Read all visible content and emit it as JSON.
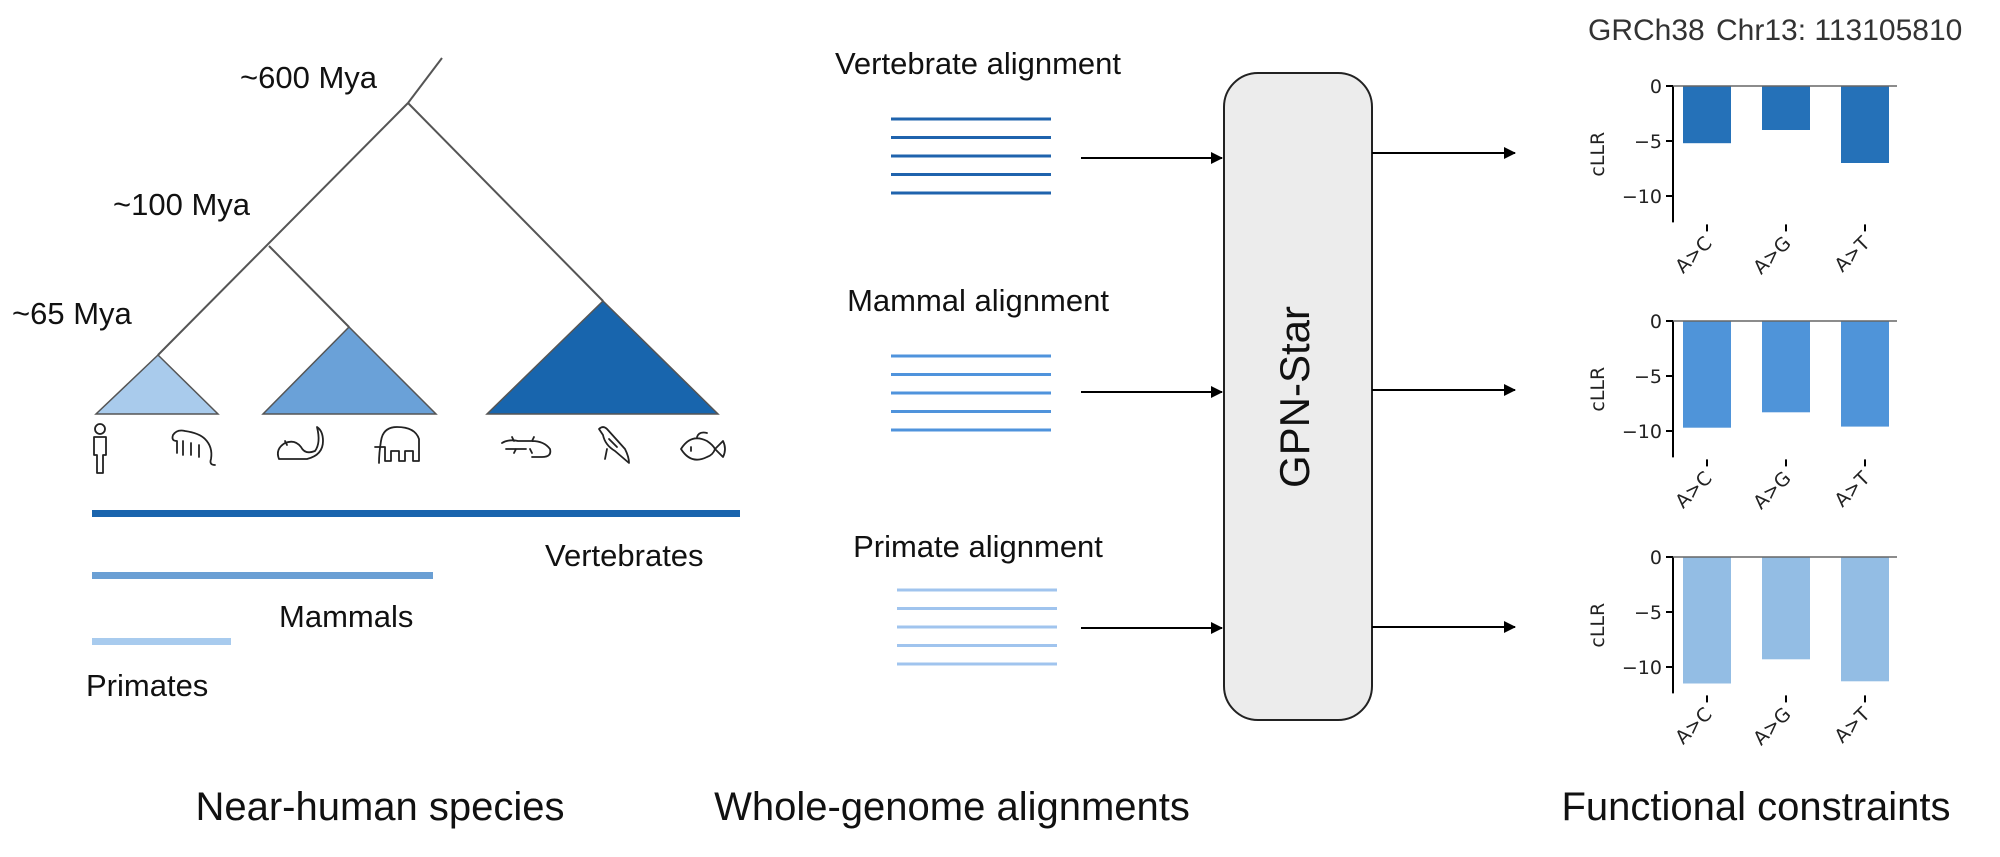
{
  "header": {
    "genome": "GRCh38",
    "locus": "Chr13: 113105810"
  },
  "tree": {
    "ages": [
      "~600 Mya",
      "~100 Mya",
      "~65 Mya"
    ],
    "clade_colors": {
      "primates": "#a9cbec",
      "mammals": "#6aa1d8",
      "vertebrates": "#1865ad"
    },
    "species_icons": [
      "human-icon",
      "monkey-icon",
      "rodent-icon",
      "elephant-icon",
      "lizard-icon",
      "bird-icon",
      "fish-icon"
    ]
  },
  "groups": [
    {
      "label": "Vertebrates",
      "color": "#1a64ad"
    },
    {
      "label": "Mammals",
      "color": "#6a9fd4"
    },
    {
      "label": "Primates",
      "color": "#a8cbee"
    }
  ],
  "alignments": [
    {
      "label": "Vertebrate alignment",
      "color": "#1f63ad"
    },
    {
      "label": "Mammal alignment",
      "color": "#4f93dc"
    },
    {
      "label": "Primate alignment",
      "color": "#a0c4ee"
    }
  ],
  "model": {
    "label": "GPN-Star"
  },
  "sections": [
    "Near-human species",
    "Whole-genome alignments",
    "Functional constraints"
  ],
  "chart_data": [
    {
      "type": "bar",
      "categories": [
        "A>C",
        "A>G",
        "A>T"
      ],
      "values": [
        -5.2,
        -4.0,
        -7.0
      ],
      "ylabel": "cLLR",
      "yticks": [
        0,
        -5,
        -10
      ],
      "ylim": [
        -12.4,
        0
      ],
      "color": "#2571b8"
    },
    {
      "type": "bar",
      "categories": [
        "A>C",
        "A>G",
        "A>T"
      ],
      "values": [
        -9.7,
        -8.3,
        -9.6
      ],
      "ylabel": "cLLR",
      "yticks": [
        0,
        -5,
        -10
      ],
      "ylim": [
        -12.4,
        0
      ],
      "color": "#4f94d9"
    },
    {
      "type": "bar",
      "categories": [
        "A>C",
        "A>G",
        "A>T"
      ],
      "values": [
        -11.5,
        -9.3,
        -11.3
      ],
      "ylabel": "cLLR",
      "yticks": [
        0,
        -5,
        -10
      ],
      "ylim": [
        -12.4,
        0
      ],
      "color": "#93bde4"
    }
  ]
}
